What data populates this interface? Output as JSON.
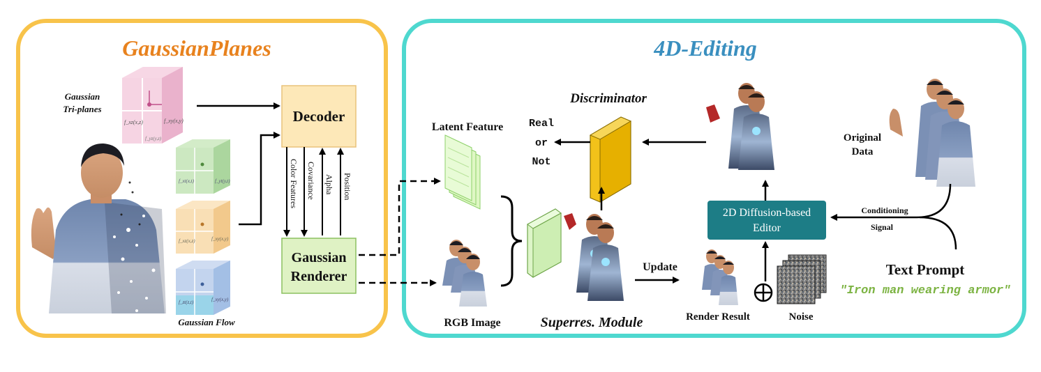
{
  "left_panel": {
    "title": "GaussianPlanes",
    "triplanes_label_1": "Gaussian",
    "triplanes_label_2": "Tri-planes",
    "flow_label": "Gaussian Flow",
    "decoder": "Decoder",
    "renderer_1": "Gaussian",
    "renderer_2": "Renderer",
    "features": [
      "Color Features",
      "Covariance",
      "Alpha",
      "Position"
    ],
    "plane_labels": {
      "pink_1": "f_xz(x,z)",
      "pink_2": "f_xy(x,y)",
      "pink_3": "f_yz(y,z)",
      "green_1": "f_xt(x,t)",
      "green_2": "f_yt(y,t)",
      "orange_1": "f_xz(x,z)",
      "orange_2": "f_xy(x,y)",
      "blue_1": "f_zt(z,t)",
      "blue_2": "f_xy(x,y)"
    }
  },
  "right_panel": {
    "title": "4D-Editing",
    "latent_feature": "Latent Feature",
    "rgb_image": "RGB Image",
    "superres": "Superres. Module",
    "discriminator": "Discriminator",
    "real": "Real",
    "or": "or",
    "not": "Not",
    "update": "Update",
    "render_result": "Render Result",
    "editor_1": "2D Diffusion-based",
    "editor_2": "Editor",
    "noise": "Noise",
    "conditioning_1": "Conditioning",
    "conditioning_2": "Signal",
    "original_1": "Original",
    "original_2": "Data",
    "text_prompt": "Text Prompt",
    "prompt_text": "\"Iron man wearing armor\""
  },
  "colors": {
    "left_border": "#f8c34a",
    "right_border": "#4ed8cf",
    "left_title": "#e8821e",
    "right_title": "#3a8fbf",
    "decoder_fill": "#fde8b8",
    "renderer_fill": "#dff2c4",
    "renderer_border": "#8cc060",
    "editor_fill": "#1d7d86",
    "prompt_green": "#7cb342",
    "discriminator": "#f2c21a",
    "latent": "#dff7c4",
    "superres": "#ddf5c8"
  }
}
